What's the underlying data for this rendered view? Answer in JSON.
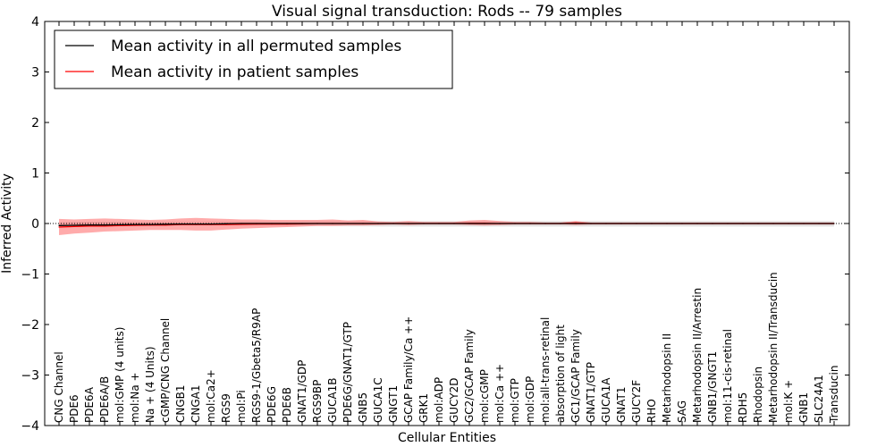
{
  "chart_data": {
    "type": "line",
    "title": "Visual signal transduction: Rods -- 79 samples",
    "xlabel": "Cellular Entities",
    "ylabel": "Inferred Activity",
    "ylim": [
      -4,
      4
    ],
    "yticks": [
      "4",
      "3",
      "2",
      "1",
      "0",
      "−1",
      "−2",
      "−3",
      "−4"
    ],
    "categories": [
      "CNG Channel",
      "PDE6",
      "PDE6A",
      "PDE6A/B",
      "mol:GMP (4 units)",
      "mol:Na +",
      "Na + (4 Units)",
      "cGMP/CNG Channel",
      "CNGB1",
      "CNGA1",
      "mol:Ca2+",
      "RGS9",
      "mol:Pi",
      "RGS9-1/Gbeta5/R9AP",
      "PDE6G",
      "PDE6B",
      "GNAT1/GDP",
      "RGS9BP",
      "GUCA1B",
      "PDE6G/GNAT1/GTP",
      "GNB5",
      "GUCA1C",
      "GNGT1",
      "GCAP Family/Ca ++",
      "GRK1",
      "mol:ADP",
      "GUCY2D",
      "GC2/GCAP Family",
      "mol:cGMP",
      "mol:Ca ++",
      "mol:GTP",
      "mol:GDP",
      "mol:all-trans-retinal",
      "absorption of light",
      "GC1/GCAP Family",
      "GNAT1/GTP",
      "GUCA1A",
      "GNAT1",
      "GUCY2F",
      "RHO",
      "Metarhodopsin II",
      "SAG",
      "Metarhodopsin II/Arrestin",
      "GNB1/GNGT1",
      "mol:11-cis-retinal",
      "RDH5",
      "Rhodopsin",
      "Metarhodopsin II/Transducin",
      "mol:K +",
      "GNB1",
      "SLC24A1",
      "Transducin"
    ],
    "series": [
      {
        "name": "Mean activity in all permuted samples",
        "color": "#000000",
        "values": [
          -0.04,
          -0.035,
          -0.03,
          -0.03,
          -0.025,
          -0.02,
          -0.02,
          -0.015,
          -0.01,
          -0.01,
          -0.01,
          -0.005,
          0,
          0,
          0,
          0,
          0,
          0,
          0,
          0,
          0,
          0,
          0,
          0,
          0,
          0,
          0,
          0,
          0,
          0,
          0,
          0,
          0,
          0,
          0,
          0,
          0,
          0,
          0,
          0,
          0,
          0,
          0,
          0,
          0,
          0,
          0,
          0,
          0,
          0,
          0,
          0
        ],
        "band_lower": [
          -0.07,
          -0.06,
          -0.06,
          -0.06,
          -0.055,
          -0.05,
          -0.05,
          -0.05,
          -0.045,
          -0.045,
          -0.045,
          -0.045,
          -0.045,
          -0.045,
          -0.045,
          -0.045,
          -0.05,
          -0.05,
          -0.05,
          -0.055,
          -0.055,
          -0.06,
          -0.06,
          -0.06,
          -0.06,
          -0.06,
          -0.06,
          -0.06,
          -0.06,
          -0.06,
          -0.06,
          -0.06,
          -0.06,
          -0.06,
          -0.06,
          -0.06,
          -0.06,
          -0.06,
          -0.06,
          -0.06,
          -0.06,
          -0.06,
          -0.06,
          -0.06,
          -0.06,
          -0.06,
          -0.06,
          -0.06,
          -0.06,
          -0.06,
          -0.06,
          -0.06
        ],
        "band_upper": [
          0.02,
          0.025,
          0.03,
          0.03,
          0.03,
          0.03,
          0.035,
          0.035,
          0.035,
          0.035,
          0.04,
          0.04,
          0.04,
          0.045,
          0.045,
          0.045,
          0.05,
          0.05,
          0.05,
          0.05,
          0.05,
          0.05,
          0.05,
          0.05,
          0.05,
          0.05,
          0.05,
          0.05,
          0.05,
          0.05,
          0.05,
          0.05,
          0.05,
          0.05,
          0.05,
          0.05,
          0.05,
          0.05,
          0.05,
          0.05,
          0.05,
          0.05,
          0.05,
          0.05,
          0.05,
          0.05,
          0.05,
          0.05,
          0.05,
          0.05,
          0.05,
          0.05
        ]
      },
      {
        "name": "Mean activity in patient samples",
        "color": "#ff0000",
        "values": [
          -0.07,
          -0.06,
          -0.05,
          -0.05,
          -0.04,
          -0.035,
          -0.03,
          -0.03,
          -0.02,
          -0.02,
          -0.02,
          -0.02,
          -0.015,
          -0.01,
          -0.01,
          -0.01,
          -0.005,
          0,
          0,
          0,
          0,
          0,
          0,
          0,
          0,
          0,
          0,
          0.005,
          0.005,
          0,
          0,
          0,
          0,
          0,
          0.01,
          0,
          0,
          0,
          0,
          0,
          0,
          0,
          0,
          0,
          0,
          0,
          0,
          0,
          0,
          0,
          0,
          0
        ],
        "band_lower": [
          -0.23,
          -0.2,
          -0.18,
          -0.16,
          -0.15,
          -0.14,
          -0.13,
          -0.13,
          -0.13,
          -0.14,
          -0.14,
          -0.12,
          -0.1,
          -0.09,
          -0.08,
          -0.07,
          -0.06,
          -0.05,
          -0.05,
          -0.04,
          -0.04,
          -0.03,
          -0.02,
          -0.03,
          -0.02,
          -0.02,
          -0.02,
          -0.03,
          -0.04,
          -0.03,
          -0.02,
          -0.02,
          -0.02,
          -0.02,
          -0.03,
          -0.02,
          -0.02,
          -0.02,
          -0.02,
          -0.02,
          -0.02,
          -0.02,
          -0.02,
          -0.02,
          -0.02,
          -0.02,
          -0.02,
          -0.02,
          -0.02,
          -0.02,
          -0.02,
          -0.02
        ],
        "band_upper": [
          0.09,
          0.08,
          0.09,
          0.1,
          0.09,
          0.08,
          0.07,
          0.08,
          0.1,
          0.11,
          0.1,
          0.09,
          0.08,
          0.08,
          0.07,
          0.07,
          0.07,
          0.07,
          0.08,
          0.06,
          0.07,
          0.04,
          0.03,
          0.05,
          0.03,
          0.03,
          0.03,
          0.06,
          0.07,
          0.05,
          0.03,
          0.03,
          0.02,
          0.02,
          0.05,
          0.02,
          0.02,
          0.02,
          0.02,
          0.02,
          0.02,
          0.02,
          0.02,
          0.02,
          0.02,
          0.02,
          0.02,
          0.02,
          0.02,
          0.02,
          0.02,
          0.02
        ]
      }
    ],
    "legend": "top-left",
    "grid": false,
    "zero_line_style": "dotted"
  }
}
